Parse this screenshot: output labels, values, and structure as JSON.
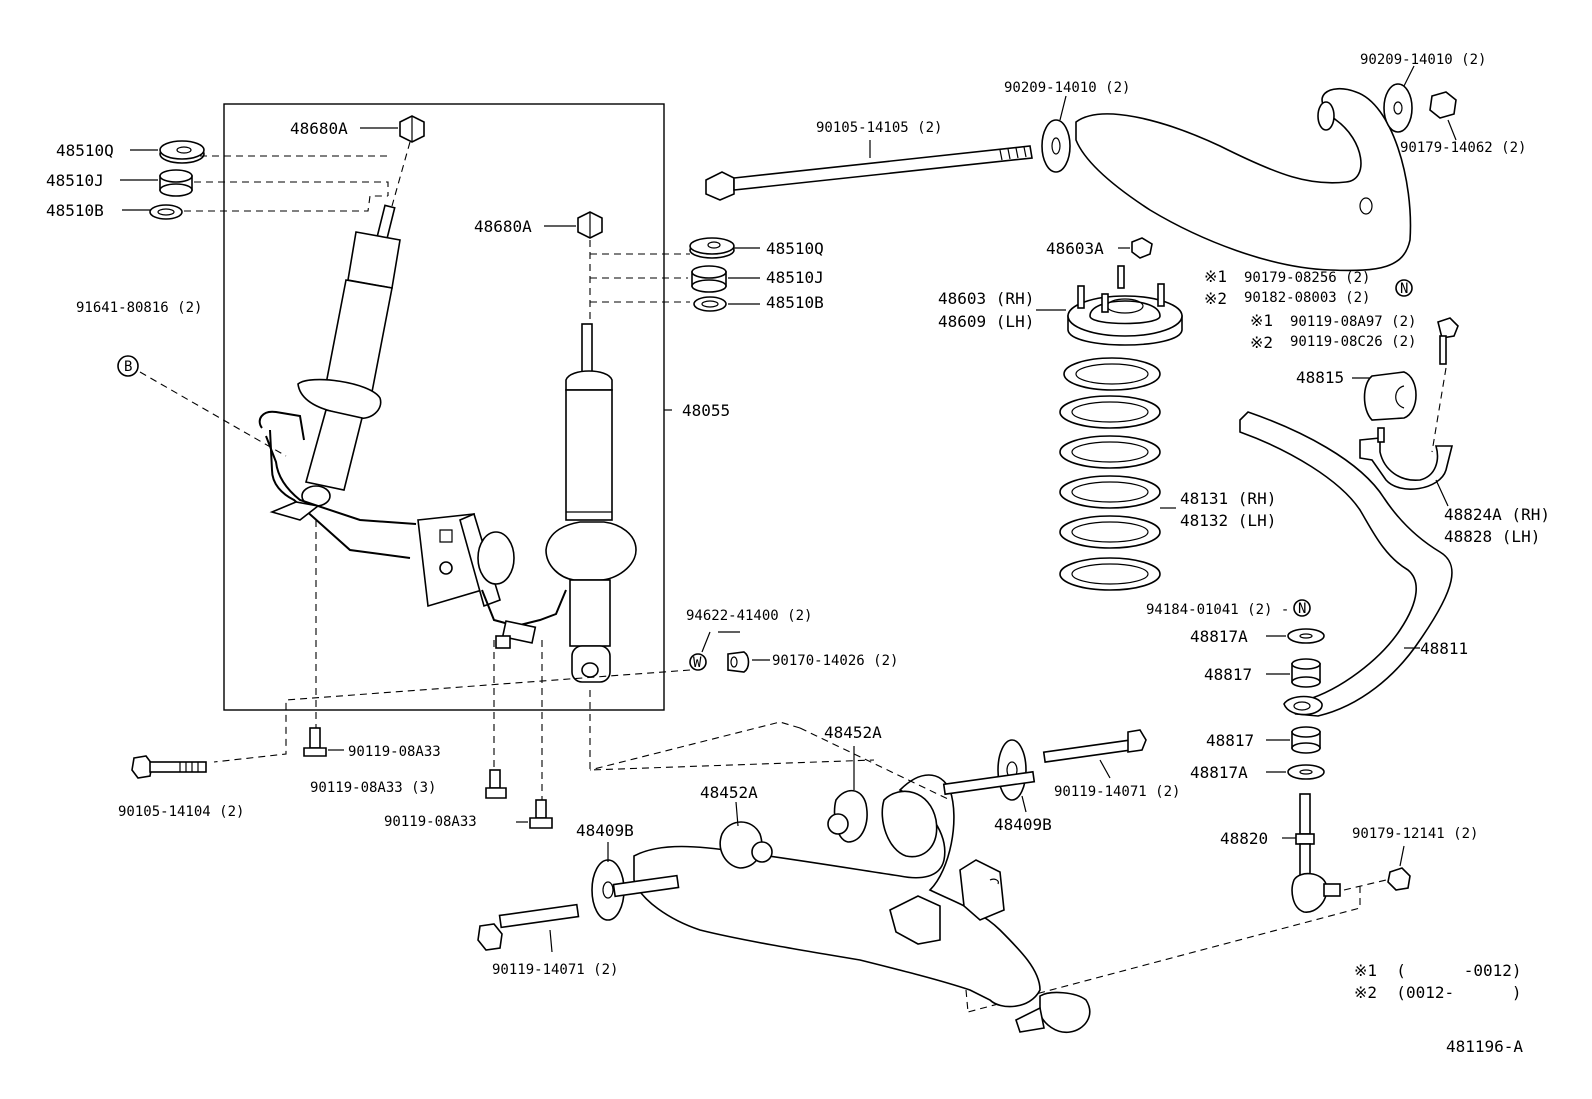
{
  "labels": {
    "l_48680A_1": "48680A",
    "l_48510Q_1": "48510Q",
    "l_48510J_1": "48510J",
    "l_48510B_1": "48510B",
    "l_48680A_2": "48680A",
    "l_48510Q_2": "48510Q",
    "l_48510J_2": "48510J",
    "l_48510B_2": "48510B",
    "l_91641": "91641-80816 (2)",
    "l_B": "B",
    "l_48055": "48055",
    "l_94622": "94622-41400 (2)",
    "l_W": "W",
    "l_90170": "90170-14026 (2)",
    "l_90119_08A33_a": "90119-08A33",
    "l_90119_08A33_b": "90119-08A33 (3)",
    "l_90119_08A33_c": "90119-08A33",
    "l_90105_14104": "90105-14104 (2)",
    "l_90105_14105": "90105-14105 (2)",
    "l_90209_14010_a": "90209-14010 (2)",
    "l_90209_14010_b": "90209-14010 (2)",
    "l_90179_14062": "90179-14062 (2)",
    "l_48603A": "48603A",
    "l_48603": "48603 (RH)",
    "l_48609": "48609 (LH)",
    "l_m1a": "※1",
    "l_m2a": "※2",
    "l_90179_08256": "90179-08256 (2)",
    "l_90182_08003": "90182-08003 (2)",
    "l_N1": "N",
    "l_m1b": "※1",
    "l_m2b": "※2",
    "l_90119_08A97": "90119-08A97 (2)",
    "l_90119_08C26": "90119-08C26 (2)",
    "l_48815": "48815",
    "l_48824A": "48824A (RH)",
    "l_48828": "48828  (LH)",
    "l_48131": "48131 (RH)",
    "l_48132": "48132 (LH)",
    "l_94184": "94184-01041 (2) -",
    "l_N2": "N",
    "l_48817A_1": "48817A",
    "l_48817_1": "48817",
    "l_48811": "48811",
    "l_48817_2": "48817",
    "l_48817A_2": "48817A",
    "l_48820": "48820",
    "l_90179_12141": "90179-12141 (2)",
    "l_48452A_1": "48452A",
    "l_48452A_2": "48452A",
    "l_48409B_1": "48409B",
    "l_48409B_2": "48409B",
    "l_90119_14071_a": "90119-14071 (2)",
    "l_90119_14071_b": "90119-14071 (2)",
    "l_note1": "※1  (      -0012)",
    "l_note2": "※2  (0012-      )",
    "l_ref": "481196-A"
  }
}
